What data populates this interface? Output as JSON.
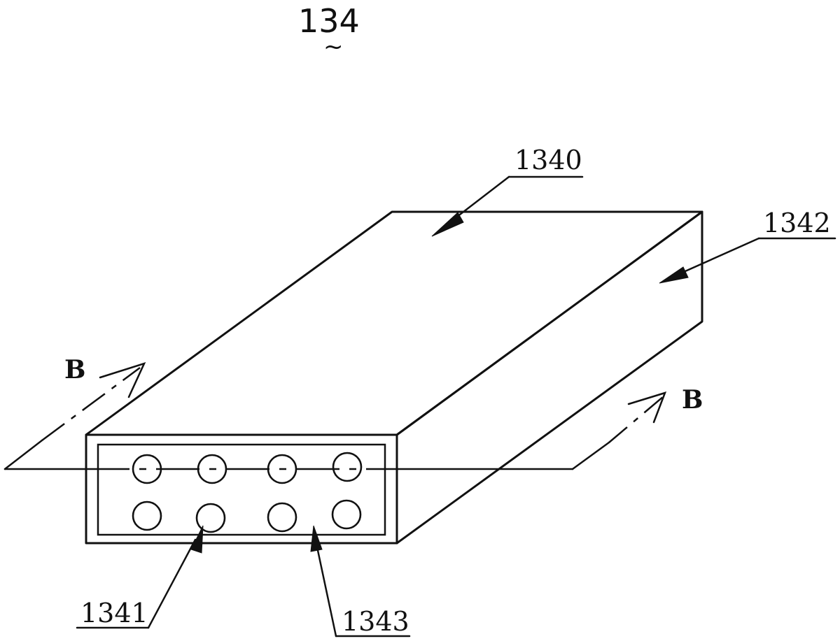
{
  "figure": {
    "title": "134",
    "title_mark": "~"
  },
  "labels": {
    "top_face": "1340",
    "side_face": "1342",
    "holes": "1341",
    "front_face": "1343"
  },
  "section": {
    "left": "B",
    "right": "B"
  },
  "holes": {
    "rows": 2,
    "per_row": 4
  }
}
